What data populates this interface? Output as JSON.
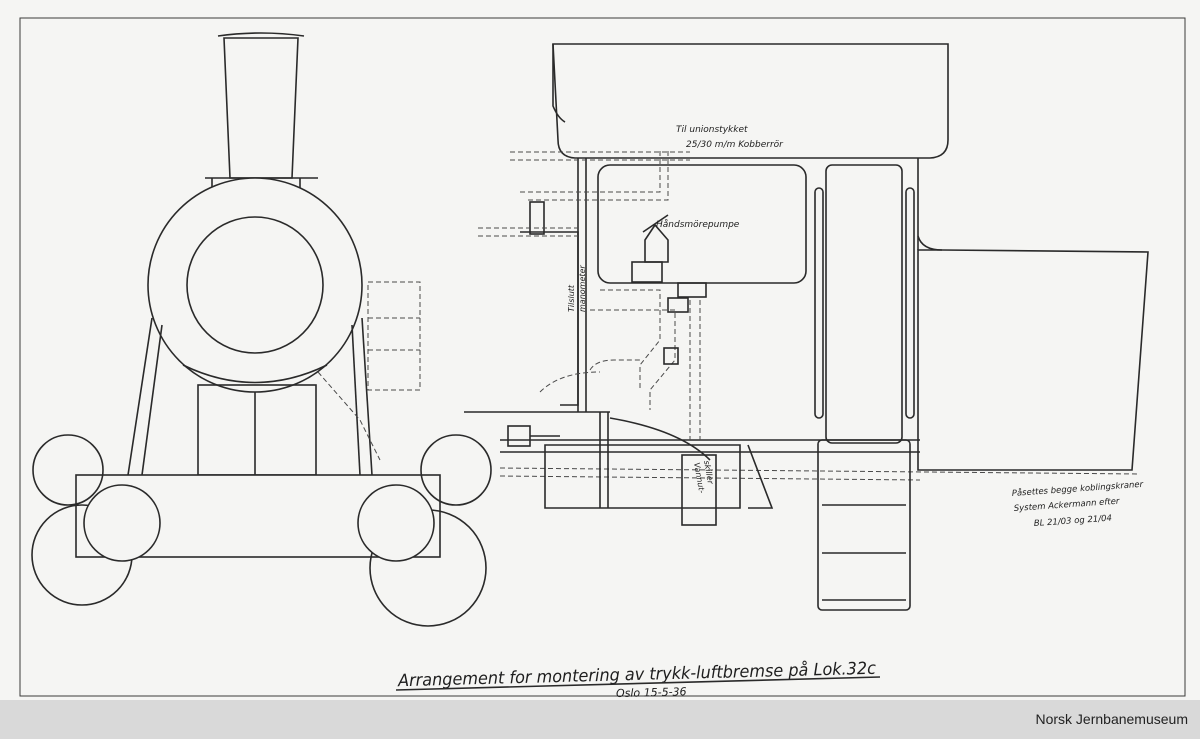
{
  "drawing": {
    "title": "Arrangement for montering av trykk-luftbremse på Lok.32c",
    "date_line": "Oslo 15-5-36",
    "labels": {
      "pipe_note_line1": "Til unionstykket",
      "pipe_note_line2": "25/30 m/m Kobberrör",
      "pump": "Håndsmörepumpe",
      "gauge_line1": "Tilslutt",
      "gauge_line2": "manometer",
      "separator_line1": "Vannut-",
      "separator_line2": "skiller",
      "note_line1": "Påsettes begge koblingskraner",
      "note_line2": "System Ackermann efter",
      "note_line3": "BL 21/03 og 21/04"
    }
  },
  "footer": {
    "watermark": "Norsk Jernbanemuseum"
  },
  "colors": {
    "paper": "#f5f5f3",
    "ink": "#2a2a2a",
    "footer_band": "#d9d9d9"
  }
}
